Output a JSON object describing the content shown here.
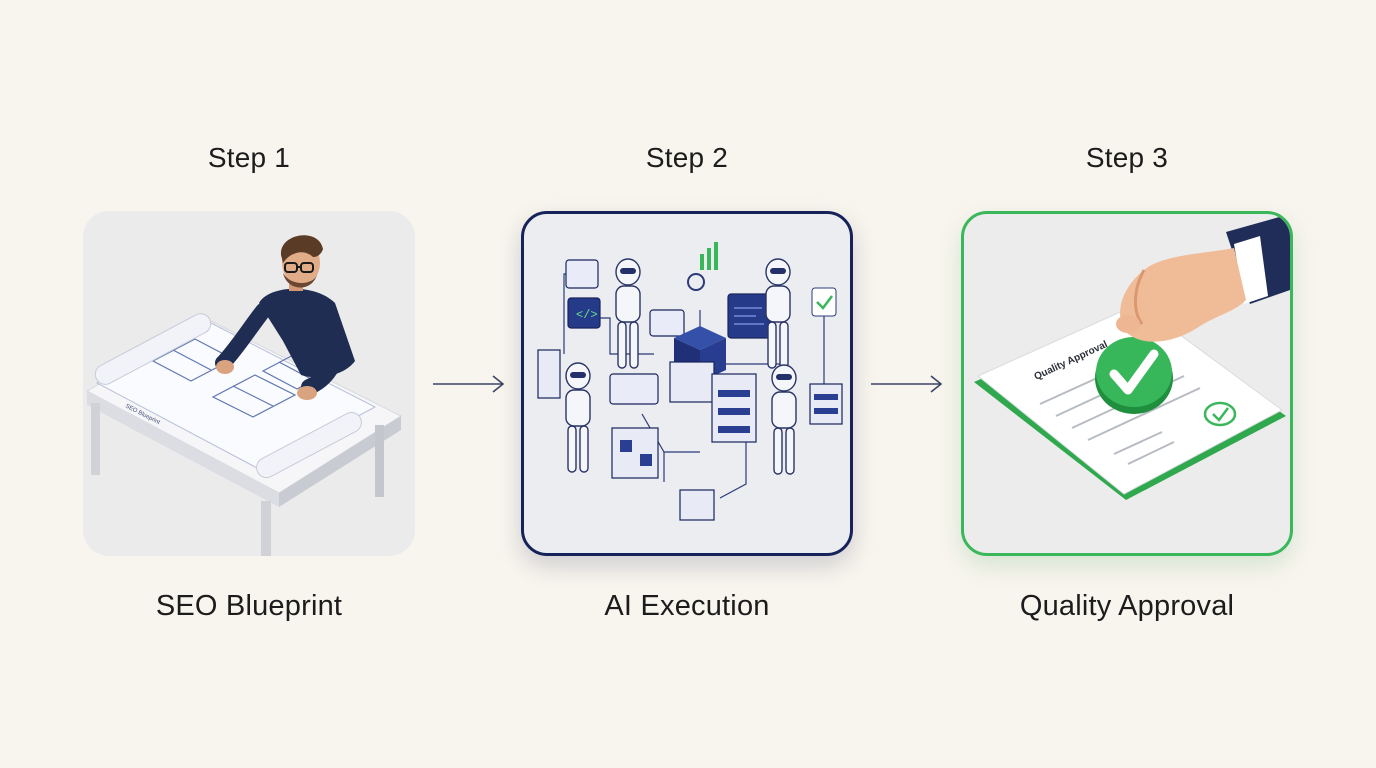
{
  "steps": [
    {
      "title": "Step 1",
      "caption": "SEO Blueprint",
      "illustration": "architect-blueprint-illustration",
      "blueprint_label": "SEO Blueprint"
    },
    {
      "title": "Step 2",
      "caption": "AI Execution",
      "illustration": "robots-workflow-illustration",
      "accent": "#16235a"
    },
    {
      "title": "Step 3",
      "caption": "Quality Approval",
      "illustration": "approval-stamp-illustration",
      "accent": "#3ab75a",
      "document_title": "Quality Approval"
    }
  ],
  "colors": {
    "background": "#f8f5ee",
    "navy": "#16235a",
    "green": "#3ab75a",
    "arrow": "#3b4566"
  }
}
